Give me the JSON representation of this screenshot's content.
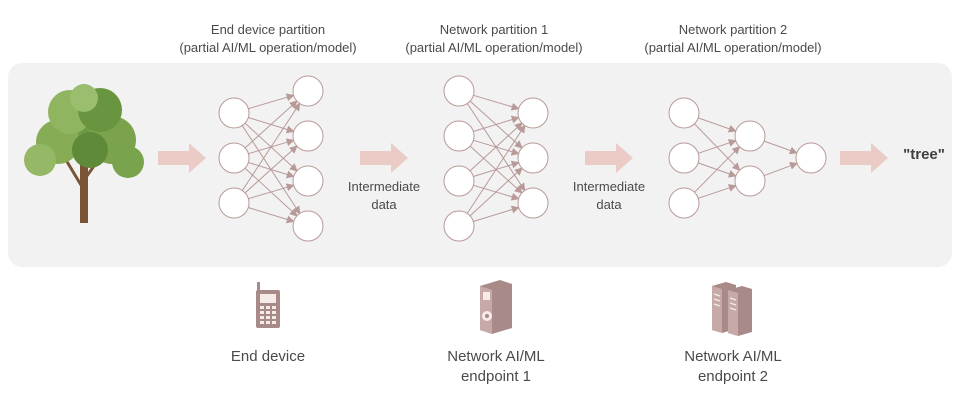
{
  "partitions": [
    {
      "title": "End device partition",
      "subtitle": "(partial AI/ML operation/model)"
    },
    {
      "title": "Network partition 1",
      "subtitle": "(partial AI/ML operation/model)"
    },
    {
      "title": "Network partition 2",
      "subtitle": "(partial AI/ML operation/model)"
    }
  ],
  "intermediate": [
    {
      "line1": "Intermediate",
      "line2": "data"
    },
    {
      "line1": "Intermediate",
      "line2": "data"
    }
  ],
  "output_label": "\"tree\"",
  "devices": [
    {
      "line1": "End device",
      "line2": ""
    },
    {
      "line1": "Network AI/ML",
      "line2": "endpoint 1"
    },
    {
      "line1": "Network AI/ML",
      "line2": "endpoint 2"
    }
  ],
  "colors": {
    "node_stroke": "#b89a98",
    "edge": "#b89a98",
    "arrow_fill": "#eacbc6",
    "device_fill": "#a88a88",
    "panel": "#f2f2f2"
  },
  "icons": [
    "tree-image",
    "mobile-phone-icon",
    "server-icon",
    "server-rack-icon"
  ]
}
